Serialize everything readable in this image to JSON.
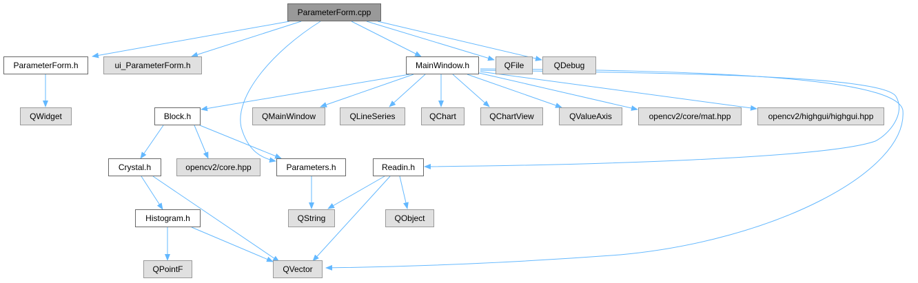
{
  "nodes": {
    "parameterform_cpp": "ParameterForm.cpp",
    "parameterform_h": "ParameterForm.h",
    "ui_parameterform_h": "ui_ParameterForm.h",
    "mainwindow_h": "MainWindow.h",
    "qfile": "QFile",
    "qdebug": "QDebug",
    "qwidget": "QWidget",
    "block_h": "Block.h",
    "qmainwindow": "QMainWindow",
    "qlineseries": "QLineSeries",
    "qchart": "QChart",
    "qchartview": "QChartView",
    "qvalueaxis": "QValueAxis",
    "opencv2_core_mat_hpp": "opencv2/core/mat.hpp",
    "opencv2_highgui_highgui_hpp": "opencv2/highgui/highgui.hpp",
    "crystal_h": "Crystal.h",
    "opencv2_core_hpp": "opencv2/core.hpp",
    "parameters_h": "Parameters.h",
    "readin_h": "Readin.h",
    "histogram_h": "Histogram.h",
    "qstring": "QString",
    "qobject": "QObject",
    "qpointf": "QPointF",
    "qvector": "QVector"
  },
  "colors": {
    "edge": "#63b8ff",
    "local_fill": "#ffffff",
    "external_fill": "#e0e0e0",
    "root_fill": "#999999"
  }
}
